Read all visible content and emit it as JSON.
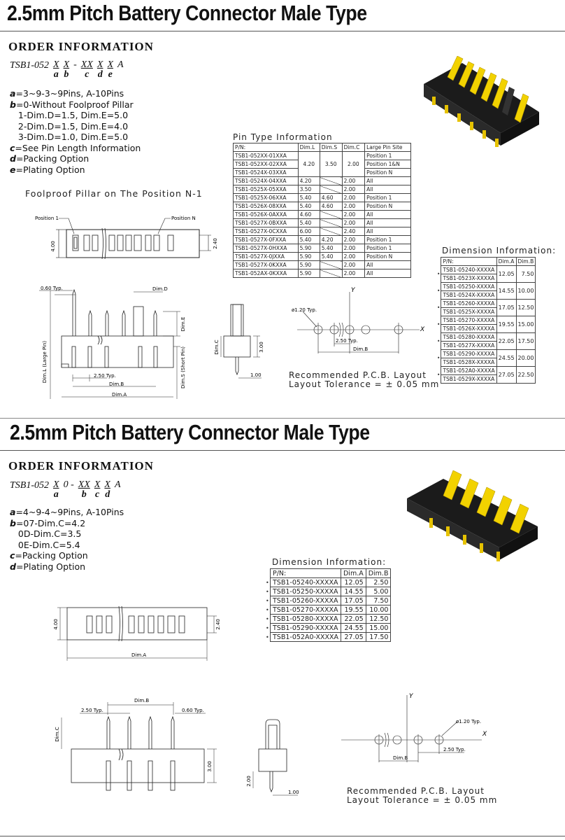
{
  "section1": {
    "title": "2.5mm Pitch Battery Connector Male Type",
    "order_heading": "ORDER INFORMATION",
    "code_prefix": "TSB1-052",
    "code_parts": [
      {
        "top": "X",
        "sub": "a"
      },
      {
        "top": "X",
        "sub": "b"
      },
      {
        "top": "-",
        "sub": ""
      },
      {
        "top": "XX",
        "sub": "c"
      },
      {
        "top": "X",
        "sub": "d"
      },
      {
        "top": "X",
        "sub": "e"
      },
      {
        "top": "A",
        "sub": ""
      }
    ],
    "options": [
      {
        "key": "a",
        "text": "=3~9-3~9Pins, A-10Pins"
      },
      {
        "key": "b",
        "text": "=0-Without Foolproof Pillar"
      },
      {
        "key": "",
        "text": "   1-Dim.D=1.5, Dim.E=5.0"
      },
      {
        "key": "",
        "text": "   2-Dim.D=1.5, Dim.E=4.0"
      },
      {
        "key": "",
        "text": "   3-Dim.D=1.0, Dim.E=5.0"
      },
      {
        "key": "c",
        "text": "=See Pin Length Information"
      },
      {
        "key": "d",
        "text": "=Packing Option"
      },
      {
        "key": "e",
        "text": "=Plating Option"
      }
    ],
    "foolproof_caption": "Foolproof Pillar on The Position N-1",
    "pin_type_caption": "Pin Type Information",
    "pin_table": {
      "headers": [
        "P/N:",
        "Dim.L",
        "Dim.S",
        "Dim.C",
        "Large Pin Site"
      ],
      "rows": [
        [
          "TSB1-052XX-01XXA",
          "4.20",
          "3.50",
          "2.00",
          "Position 1"
        ],
        [
          "TSB1-052XX-02XXA",
          "",
          "",
          "",
          "Position 1&N"
        ],
        [
          "TSB1-0524X-03XXA",
          "",
          "",
          "",
          "Position N"
        ],
        [
          "TSB1-0524X-04XXA",
          "4.20",
          "",
          "2.00",
          "All"
        ],
        [
          "TSB1-0525X-05XXA",
          "3.50",
          "",
          "2.00",
          "All"
        ],
        [
          "TSB1-0525X-06XXA",
          "5.40",
          "4.60",
          "2.00",
          "Position 1"
        ],
        [
          "TSB1-0526X-08XXA",
          "5.40",
          "4.60",
          "2.00",
          "Position N"
        ],
        [
          "TSB1-0526X-0AXXA",
          "4.60",
          "",
          "2.00",
          "All"
        ],
        [
          "TSB1-0527X-0BXXA",
          "5.40",
          "",
          "2.00",
          "All"
        ],
        [
          "TSB1-0527X-0CXXA",
          "6.00",
          "",
          "2.40",
          "All"
        ],
        [
          "TSB1-0527X-0FXXA",
          "5.40",
          "4.20",
          "2.00",
          "Position 1"
        ],
        [
          "TSB1-0527X-0HXXA",
          "5.90",
          "5.40",
          "2.00",
          "Position 1"
        ],
        [
          "TSB1-0527X-0JXXA",
          "5.90",
          "5.40",
          "2.00",
          "Position N"
        ],
        [
          "TSB1-0527X-0KXXA",
          "5.90",
          "",
          "2.00",
          "All"
        ],
        [
          "TSB1-052AX-0KXXA",
          "5.90",
          "",
          "2.00",
          "All"
        ]
      ]
    },
    "dim_caption": "Dimension Information:",
    "dim_table": {
      "headers": [
        "P/N:",
        "Dim.A",
        "Dim.B"
      ],
      "rows": [
        {
          "pn": [
            "TSB1-05240-XXXXA",
            "TSB1-0523X-XXXXA"
          ],
          "a": "12.05",
          "b": "7.50"
        },
        {
          "pn": [
            "TSB1-05250-XXXXA",
            "TSB1-0524X-XXXXA"
          ],
          "a": "14.55",
          "b": "10.00"
        },
        {
          "pn": [
            "TSB1-05260-XXXXA",
            "TSB1-0525X-XXXXA"
          ],
          "a": "17.05",
          "b": "12.50"
        },
        {
          "pn": [
            "TSB1-05270-XXXXA",
            "TSB1-0526X-XXXXA"
          ],
          "a": "19.55",
          "b": "15.00"
        },
        {
          "pn": [
            "TSB1-05280-XXXXA",
            "TSB1-0527X-XXXXA"
          ],
          "a": "22.05",
          "b": "17.50"
        },
        {
          "pn": [
            "TSB1-05290-XXXXA",
            "TSB1-0528X-XXXXA"
          ],
          "a": "24.55",
          "b": "20.00"
        },
        {
          "pn": [
            "TSB1-052A0-XXXXA",
            "TSB1-0529X-XXXXA"
          ],
          "a": "27.05",
          "b": "22.50"
        }
      ]
    },
    "drawing": {
      "position1": "Position 1",
      "positionN": "Position N",
      "h400": "4.00",
      "h240": "2.40",
      "typ060": "0.60 Typ.",
      "dimD": "Dim.D",
      "dimE": "Dim.E",
      "dimL": "Dim.L (Large Pin)",
      "dimS": "Dim.S (Short Pin)",
      "typ250": "2.50 Typ.",
      "dimB": "Dim.B",
      "dimA": "Dim.A",
      "dimC": "Dim.C",
      "v300": "3.00",
      "v100": "1.00",
      "phi120": "ø1.20 Typ.",
      "axisX": "X",
      "axisY": "Y"
    },
    "pcb_caption1": "Recommended  P.C.B. Layout",
    "pcb_caption2": "Layout Tolerance = ± 0.05 mm"
  },
  "section2": {
    "title": "2.5mm Pitch Battery Connector Male Type",
    "order_heading": "ORDER INFORMATION",
    "code_prefix": "TSB1-052",
    "code_parts": [
      {
        "top": "X",
        "sub": "a"
      },
      {
        "top": "0 -",
        "sub": ""
      },
      {
        "top": "XX",
        "sub": "b"
      },
      {
        "top": "X",
        "sub": "c"
      },
      {
        "top": "X",
        "sub": "d"
      },
      {
        "top": "A",
        "sub": ""
      }
    ],
    "options": [
      {
        "key": "a",
        "text": "=4~9-4~9Pins, A-10Pins"
      },
      {
        "key": "b",
        "text": "=07-Dim.C=4.2"
      },
      {
        "key": "",
        "text": "   0D-Dim.C=3.5"
      },
      {
        "key": "",
        "text": "   0E-Dim.C=5.4"
      },
      {
        "key": "c",
        "text": "=Packing Option"
      },
      {
        "key": "d",
        "text": "=Plating Option"
      }
    ],
    "dim_caption": "Dimension Information:",
    "dim_table": {
      "headers": [
        "P/N:",
        "Dim.A",
        "Dim.B"
      ],
      "rows": [
        [
          "TSB1-05240-XXXXA",
          "12.05",
          "2.50"
        ],
        [
          "TSB1-05250-XXXXA",
          "14.55",
          "5.00"
        ],
        [
          "TSB1-05260-XXXXA",
          "17.05",
          "7.50"
        ],
        [
          "TSB1-05270-XXXXA",
          "19.55",
          "10.00"
        ],
        [
          "TSB1-05280-XXXXA",
          "22.05",
          "12.50"
        ],
        [
          "TSB1-05290-XXXXA",
          "24.55",
          "15.00"
        ],
        [
          "TSB1-052A0-XXXXA",
          "27.05",
          "17.50"
        ]
      ]
    },
    "drawing": {
      "h400": "4.00",
      "h240": "2.40",
      "dimA": "Dim.A",
      "dimB": "Dim.B",
      "typ250": "2.50 Typ.",
      "typ060": "0.60 Typ.",
      "dimC": "Dim.C",
      "v300": "3.00",
      "v200": "2.00",
      "v100": "1.00",
      "phi120": "ø1.20 Typ.",
      "axisX": "X",
      "axisY": "Y"
    },
    "pcb_caption1": "Recommended  P.C.B. Layout",
    "pcb_caption2": "Layout Tolerance = ± 0.05 mm"
  }
}
